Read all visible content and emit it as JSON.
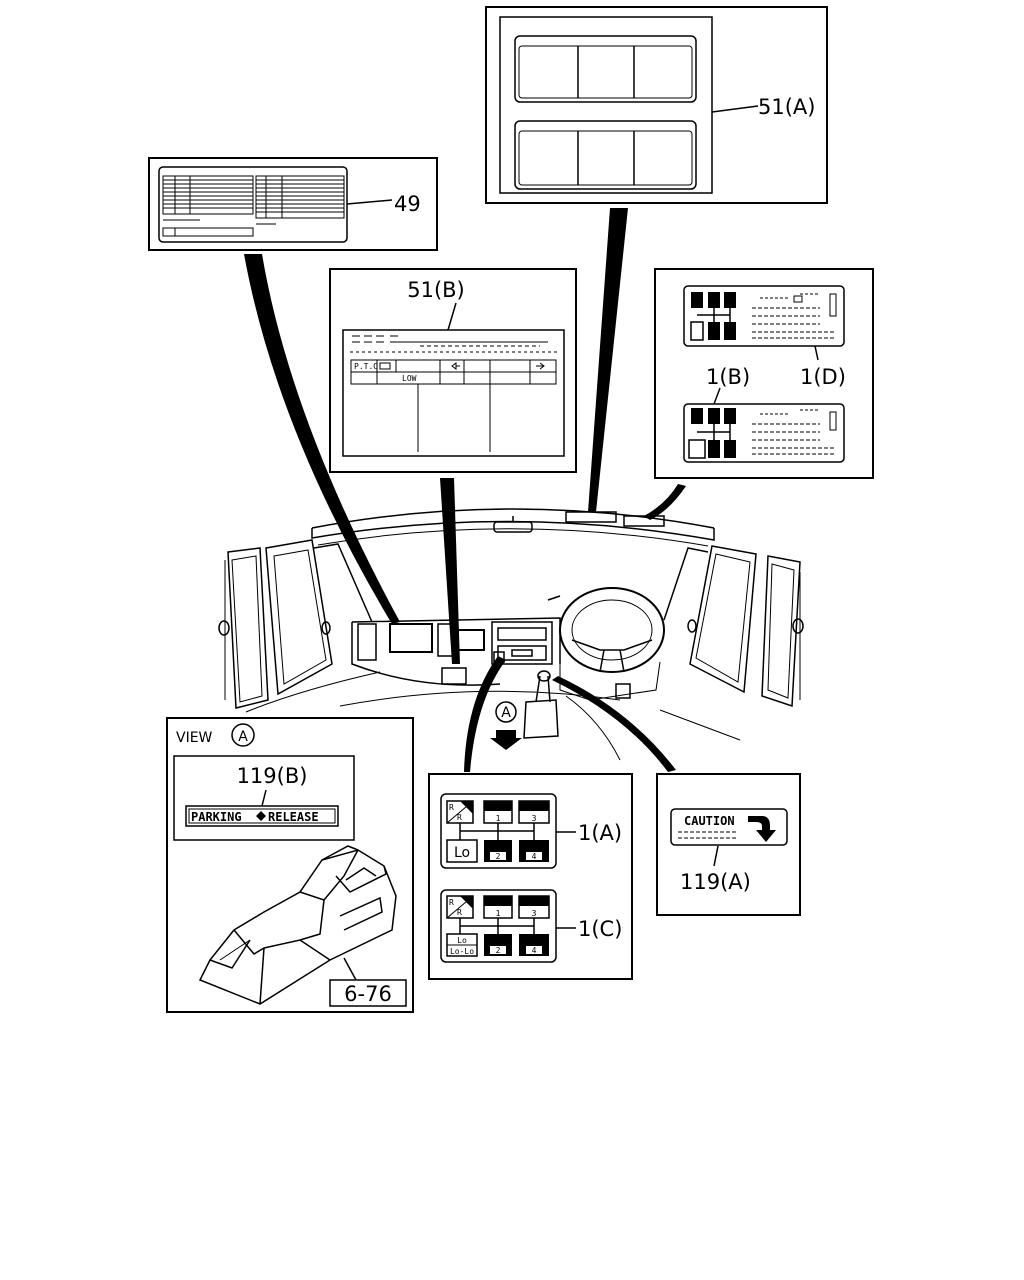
{
  "callouts": {
    "label_49": "49",
    "label_51a": "51(A)",
    "label_51b": "51(B)",
    "label_1a": "1(A)",
    "label_1b": "1(B)",
    "label_1c": "1(C)",
    "label_1d": "1(D)",
    "label_119a": "119(A)",
    "label_119b": "119(B)",
    "label_view": "VIEW",
    "view_letter": "A",
    "marker_letter": "A",
    "ref_page": "6-76"
  },
  "plate_text": {
    "parking_release": "PARKING",
    "parking_release_2": "RELEASE",
    "caution": "CAUTION",
    "lo": "Lo",
    "lo_lo": "Lo-Lo",
    "r": "R",
    "g1": "1",
    "g2": "2",
    "g3": "3",
    "g4": "4",
    "pto": "P.T.O",
    "low": "LOW"
  }
}
